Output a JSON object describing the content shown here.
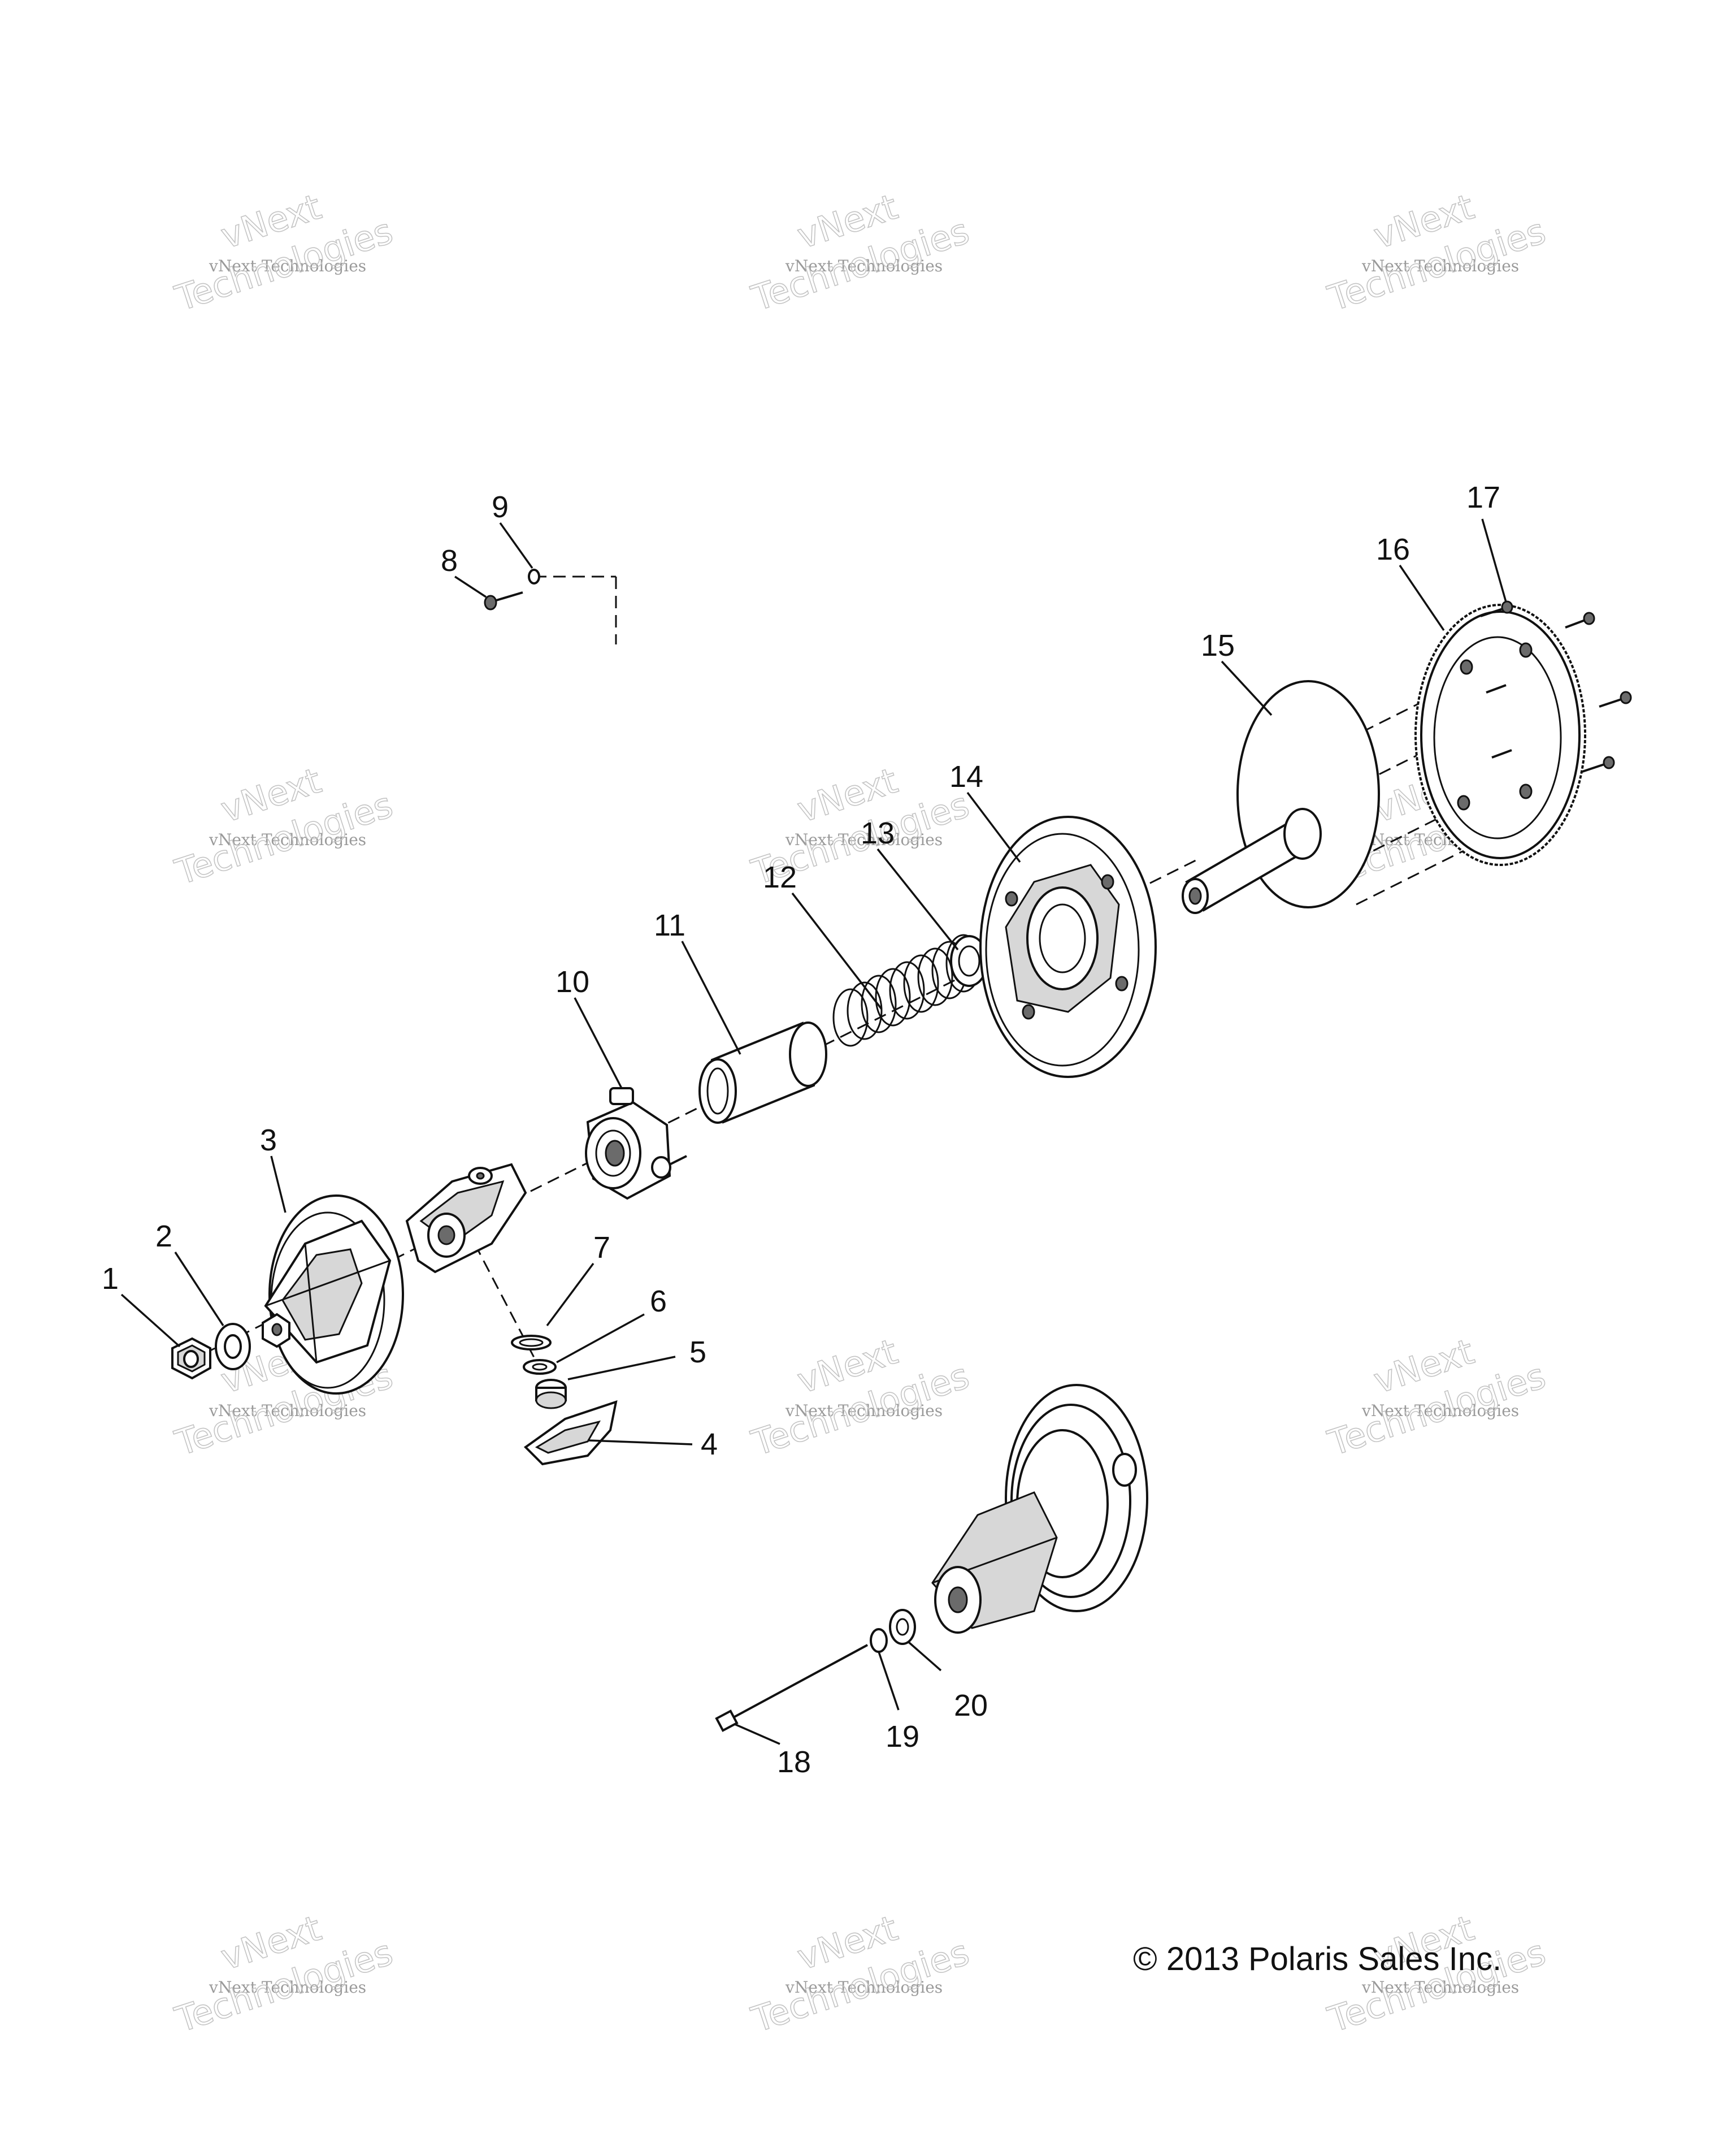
{
  "diagram": {
    "callouts": [
      "1",
      "2",
      "3",
      "4",
      "5",
      "6",
      "7",
      "8",
      "9",
      "10",
      "11",
      "12",
      "13",
      "14",
      "15",
      "16",
      "17",
      "18",
      "19",
      "20"
    ],
    "copyright": "© 2013 Polaris Sales Inc."
  },
  "watermark": {
    "line1": "vNext Technologies",
    "line2": "vNext",
    "line3": "Technologies"
  },
  "colors": {
    "ink": "#111111",
    "watermark": "#9a9a9a"
  }
}
